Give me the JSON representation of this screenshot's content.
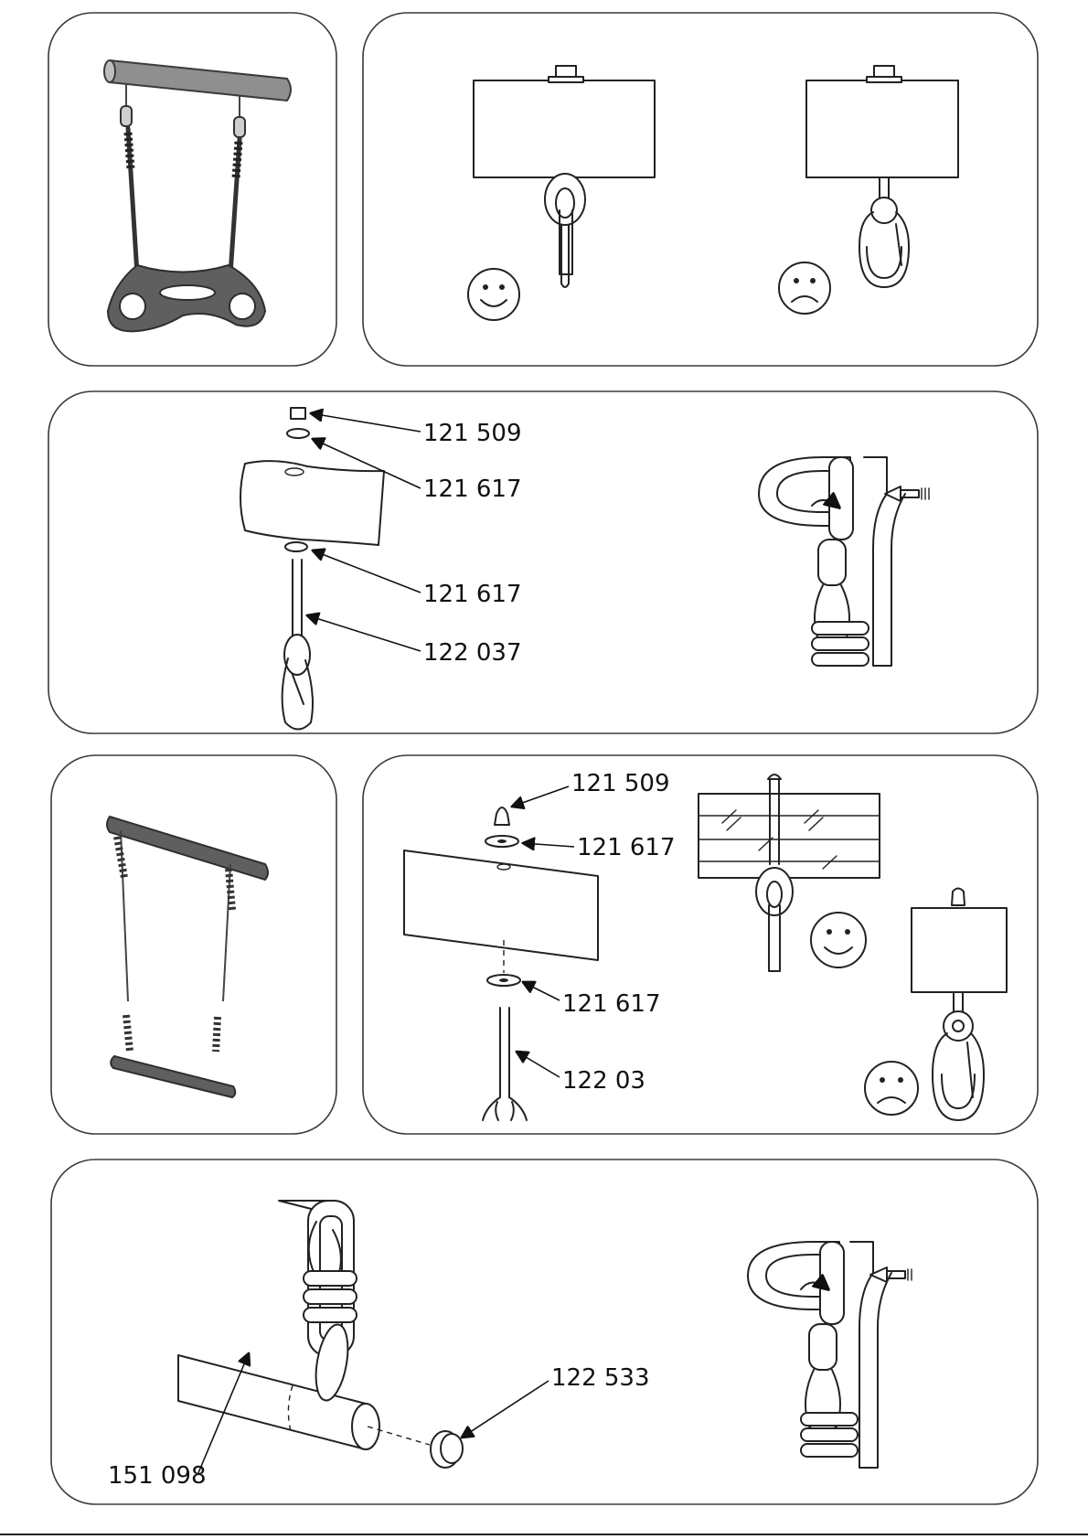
{
  "labels": {
    "nut_top": "121 509",
    "washer_top": "121 617",
    "washer_bottom": "121 617",
    "eye_bolt": "122 037",
    "nut_cap_2": "121 509",
    "washer_top_2": "121 617",
    "washer_bottom_2": "121 617",
    "hook_bolt_2": "122 03",
    "bar_tube": "151 098",
    "end_cap": "122 533"
  },
  "icons": {
    "good": "smiley-face-icon",
    "bad": "sad-face-icon"
  }
}
